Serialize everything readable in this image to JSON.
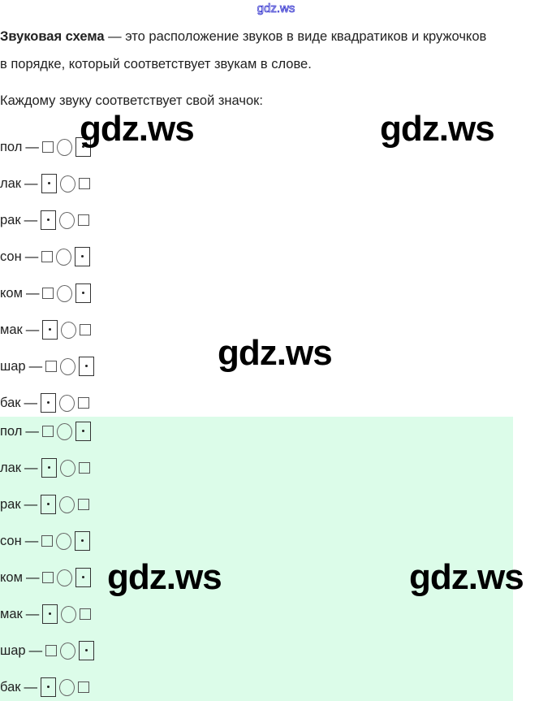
{
  "header_watermark": "gdz.ws",
  "intro": {
    "term": "Звуковая схема",
    "line1_rest": " — это расположение звуков в виде квадратиков и кружочков",
    "line2": "в порядке, который соответствует звукам в слове.",
    "line3": "Каждому звуку соответствует свой значок:"
  },
  "dash": "—",
  "list1": [
    {
      "word": "пол",
      "scheme": [
        "s",
        "o",
        "d"
      ]
    },
    {
      "word": "лак",
      "scheme": [
        "d",
        "o",
        "s"
      ]
    },
    {
      "word": "рак",
      "scheme": [
        "d",
        "o",
        "s"
      ]
    },
    {
      "word": "сон",
      "scheme": [
        "s",
        "o",
        "d"
      ]
    },
    {
      "word": "ком",
      "scheme": [
        "s",
        "o",
        "d"
      ]
    },
    {
      "word": "мак",
      "scheme": [
        "d",
        "o",
        "s"
      ]
    },
    {
      "word": "шар",
      "scheme": [
        "s",
        "o",
        "d"
      ]
    },
    {
      "word": "бак",
      "scheme": [
        "d",
        "o",
        "s"
      ]
    }
  ],
  "list2": [
    {
      "word": "пол",
      "scheme": [
        "s",
        "o",
        "d"
      ]
    },
    {
      "word": "лак",
      "scheme": [
        "d",
        "o",
        "s"
      ]
    },
    {
      "word": "рак",
      "scheme": [
        "d",
        "o",
        "s"
      ]
    },
    {
      "word": "сон",
      "scheme": [
        "s",
        "o",
        "d"
      ]
    },
    {
      "word": "ком",
      "scheme": [
        "s",
        "o",
        "d"
      ]
    },
    {
      "word": "мак",
      "scheme": [
        "d",
        "o",
        "s"
      ]
    },
    {
      "word": "шар",
      "scheme": [
        "s",
        "o",
        "d"
      ]
    },
    {
      "word": "бак",
      "scheme": [
        "d",
        "o",
        "s"
      ]
    }
  ],
  "watermark": "gdz.ws",
  "colors": {
    "highlight": "#dcfce9"
  }
}
